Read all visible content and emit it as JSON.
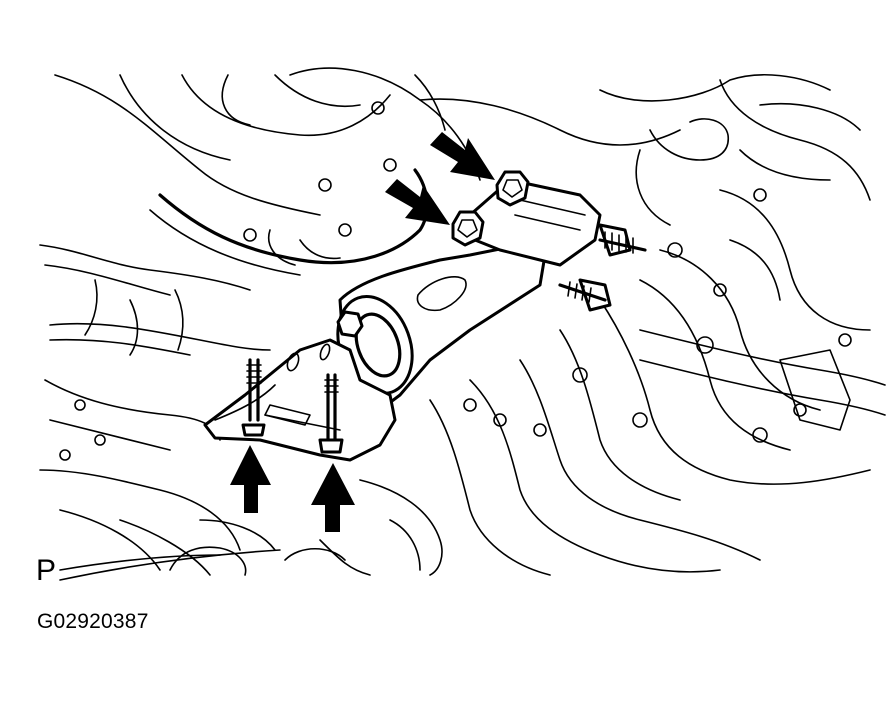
{
  "figure": {
    "type": "technical-line-illustration",
    "subject": "engine mounting bracket with bolts indicated",
    "view_label": "P",
    "figure_code": "G02920387",
    "arrows": [
      {
        "id": "arrow-upper-bolt",
        "direction": "down-right",
        "target": "upper horizontal bolt"
      },
      {
        "id": "arrow-lower-bolt",
        "direction": "down-right",
        "target": "lower horizontal bolt"
      },
      {
        "id": "arrow-left-vertical-bolt",
        "direction": "up",
        "target": "left vertical bolt"
      },
      {
        "id": "arrow-right-vertical-bolt",
        "direction": "up",
        "target": "right vertical bolt"
      }
    ],
    "colors": {
      "line": "#000000",
      "background": "#ffffff"
    }
  }
}
